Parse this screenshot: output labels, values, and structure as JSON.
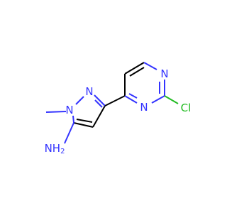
{
  "molecule": {
    "atoms": {
      "n_ring_1": "N",
      "n_ring_2": "N",
      "n_pyr_1": "N",
      "n_pyr_2": "N",
      "chlorine": "Cl",
      "amine": "NH",
      "amine_subscript": "2"
    }
  },
  "colors": {
    "nitrogen": "#3333ff",
    "chlorine": "#22bb22",
    "carbon_bond": "#000000",
    "background": "#ffffff"
  }
}
